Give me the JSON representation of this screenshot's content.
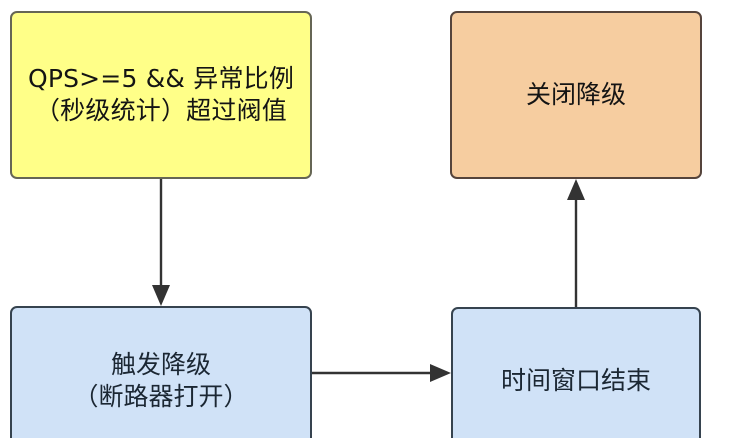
{
  "diagram": {
    "title": "Sentinel circuit breaker degradation flow",
    "background": "#ffffff",
    "nodes": [
      {
        "id": "condition",
        "label": "QPS>=5 && 异常比例（秒级统计）超过阀值",
        "shape": "rounded-rectangle",
        "fill": "#ffff88",
        "stroke": "#666655",
        "text_color": "#141414"
      },
      {
        "id": "close-degrade",
        "label": "关闭降级",
        "shape": "rounded-rectangle",
        "fill": "#f6cda0",
        "stroke": "#55443c",
        "text_color": "#141414"
      },
      {
        "id": "trigger-degrade",
        "label": "触发降级\n（断路器打开）",
        "shape": "rounded-rectangle",
        "fill": "#d0e2f7",
        "stroke": "#36434f",
        "text_color": "#1b2733"
      },
      {
        "id": "window-end",
        "label": "时间窗口结束",
        "shape": "rounded-rectangle",
        "fill": "#d0e2f7",
        "stroke": "#36434f",
        "text_color": "#1b2733"
      }
    ],
    "edges": [
      {
        "id": "edge-condition-to-trigger",
        "from": "condition",
        "to": "trigger-degrade",
        "label": "",
        "direction": "down",
        "color": "#333333"
      },
      {
        "id": "edge-trigger-to-window",
        "from": "trigger-degrade",
        "to": "window-end",
        "label": "",
        "direction": "right",
        "color": "#333333"
      },
      {
        "id": "edge-window-to-close",
        "from": "window-end",
        "to": "close-degrade",
        "label": "",
        "direction": "up",
        "color": "#333333"
      }
    ]
  }
}
